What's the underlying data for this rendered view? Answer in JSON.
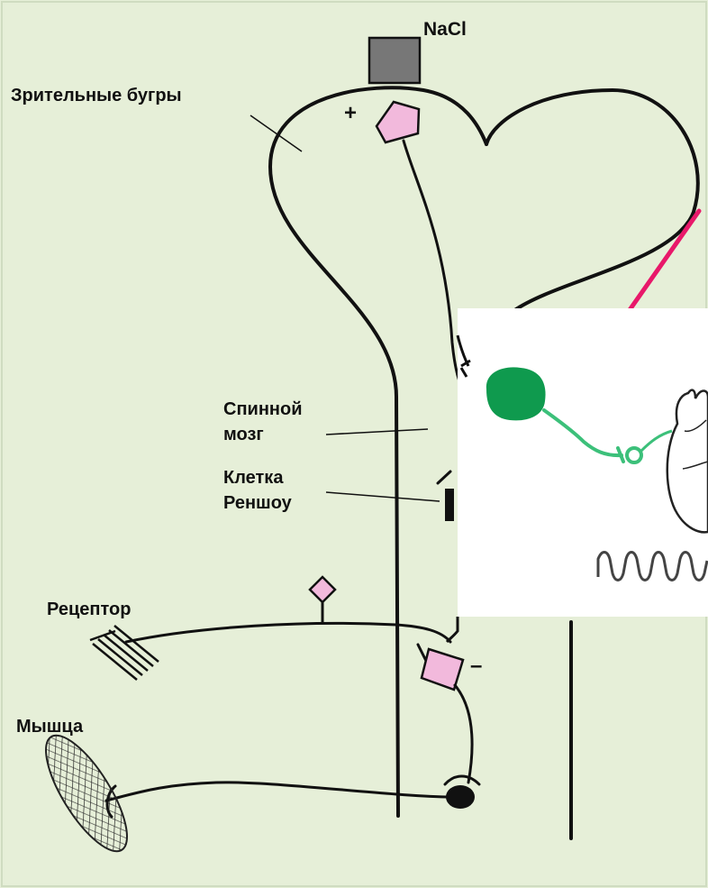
{
  "labels": {
    "nacl": "NaCl",
    "thalamus": "Зрительные бугры",
    "spinal_cord_line1": "Спинной",
    "spinal_cord_line2": "мозг",
    "renshaw_line1": "Клетка",
    "renshaw_line2": "Реншоу",
    "receptor": "Рецептор",
    "muscle": "Мышца",
    "plus": "+",
    "minus": "–"
  },
  "colors": {
    "background": "#e6efd8",
    "outline": "#111111",
    "neuron_fill": "#f2b9dc",
    "salt_crystal": "#777777",
    "arrow": "#e8186a",
    "inset_neuron": "#0f9a4e"
  }
}
